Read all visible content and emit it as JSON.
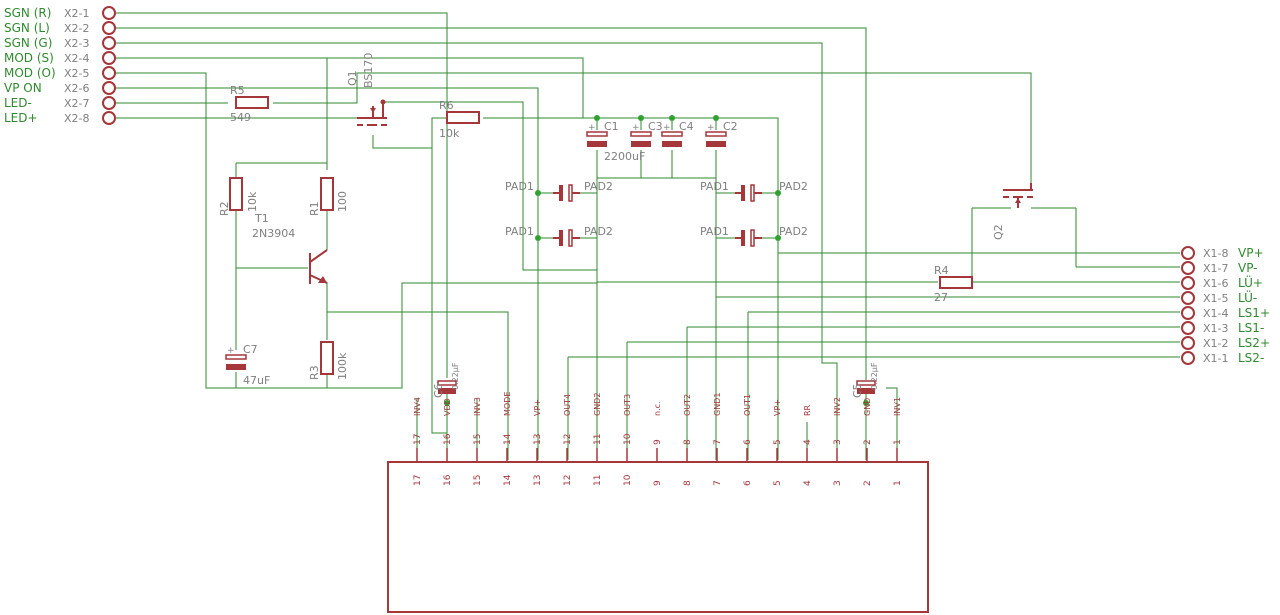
{
  "connector_x2": [
    {
      "net": "SGN (R)",
      "pin": "X2-1"
    },
    {
      "net": "SGN (L)",
      "pin": "X2-2"
    },
    {
      "net": "SGN (G)",
      "pin": "X2-3"
    },
    {
      "net": "MOD (S)",
      "pin": "X2-4"
    },
    {
      "net": "MOD (O)",
      "pin": "X2-5"
    },
    {
      "net": "VP ON",
      "pin": "X2-6"
    },
    {
      "net": "LED-",
      "pin": "X2-7"
    },
    {
      "net": "LED+",
      "pin": "X2-8"
    }
  ],
  "connector_x1": [
    {
      "pin": "X1-8",
      "net": "VP+"
    },
    {
      "pin": "X1-7",
      "net": "VP-"
    },
    {
      "pin": "X1-6",
      "net": "LÜ+"
    },
    {
      "pin": "X1-5",
      "net": "LÜ-"
    },
    {
      "pin": "X1-4",
      "net": "LS1+"
    },
    {
      "pin": "X1-3",
      "net": "LS1-"
    },
    {
      "pin": "X1-2",
      "net": "LS2+"
    },
    {
      "pin": "X1-1",
      "net": "LS2-"
    }
  ],
  "components": {
    "r5": {
      "name": "R5",
      "value": "549"
    },
    "r6": {
      "name": "R6",
      "value": "10k"
    },
    "r2": {
      "name": "R2",
      "value": "10k"
    },
    "r1": {
      "name": "R1",
      "value": "100"
    },
    "r3": {
      "name": "R3",
      "value": "100k"
    },
    "r4": {
      "name": "R4",
      "value": "27"
    },
    "t1": {
      "name": "T1",
      "value": "2N3904"
    },
    "q1": {
      "name": "Q1",
      "value": "BS170"
    },
    "q2": {
      "name": "Q2"
    },
    "c1": {
      "name": "C1",
      "value": "2200uF"
    },
    "c2": {
      "name": "C2"
    },
    "c3": {
      "name": "C3"
    },
    "c4": {
      "name": "C4"
    },
    "c5": {
      "name": "C5",
      "value": "0.22µF"
    },
    "c6": {
      "name": "C6",
      "value": "0.22µF"
    },
    "c7": {
      "name": "C7",
      "value": "47uF"
    },
    "pad_labels": {
      "a": "PAD1",
      "b": "PAD2"
    }
  },
  "ic": {
    "pins": [
      {
        "num": "17",
        "signal": "INV4"
      },
      {
        "num": "16",
        "signal": "VDD"
      },
      {
        "num": "15",
        "signal": "INV3"
      },
      {
        "num": "14",
        "signal": "MODE"
      },
      {
        "num": "13",
        "signal": "VP+"
      },
      {
        "num": "12",
        "signal": "OUT4"
      },
      {
        "num": "11",
        "signal": "GND2"
      },
      {
        "num": "10",
        "signal": "OUT3"
      },
      {
        "num": "9",
        "signal": "n.c."
      },
      {
        "num": "8",
        "signal": "OUT2"
      },
      {
        "num": "7",
        "signal": "GND1"
      },
      {
        "num": "6",
        "signal": "OUT1"
      },
      {
        "num": "5",
        "signal": "VP+"
      },
      {
        "num": "4",
        "signal": "RR"
      },
      {
        "num": "3",
        "signal": "INV2"
      },
      {
        "num": "2",
        "signal": "GND"
      },
      {
        "num": "1",
        "signal": "INV1"
      }
    ]
  },
  "colors": {
    "wire": "#2f8a2f",
    "part": "#a5363a",
    "label": "#808080",
    "junction": "#2fa12f"
  }
}
